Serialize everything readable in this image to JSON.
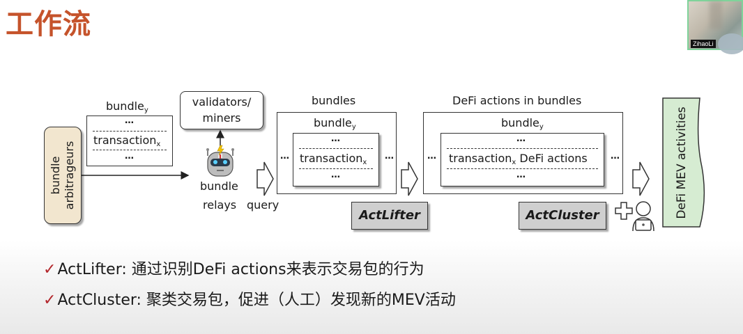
{
  "slide": {
    "title": "工作流"
  },
  "video_feed": {
    "participant_name": "ZihaoLi"
  },
  "diagram": {
    "arbitrageurs": {
      "label_line1": "bundle",
      "label_line2": "arbitrageurs"
    },
    "bundle_box": {
      "title": "bundle",
      "title_sub": "y",
      "dots": "…",
      "tx": "transaction",
      "tx_sub": "x"
    },
    "validators": {
      "line1": "validators/",
      "line2": "miners"
    },
    "relays": {
      "line1": "bundle",
      "line2": "relays",
      "query": "query",
      "icon": "robot-icon"
    },
    "bundles_box": {
      "header": "bundles",
      "title": "bundle",
      "title_sub": "y",
      "dots": "…",
      "tx": "transaction",
      "tx_sub": "x"
    },
    "defi_box": {
      "header": "DeFi actions in bundles",
      "title": "bundle",
      "title_sub": "y",
      "dots": "…",
      "tx": "transaction",
      "tx_sub": "x",
      "tx_suffix": " DeFi actions"
    },
    "actlifter_label": "ActLifter",
    "actcluster_label": "ActCluster",
    "result_label": "DeFi MEV activities",
    "colors": {
      "arbitrageurs_fill": "#f2e6cf",
      "result_fill": "#d6ecd2",
      "tool_fill": "#cfcfcf",
      "title_color": "#c5532b",
      "check_color": "#b3262b"
    }
  },
  "bullets": [
    {
      "check": "✓",
      "text": "ActLifter: 通过识别DeFi actions来表示交易包的行为"
    },
    {
      "check": "✓",
      "text": "ActCluster: 聚类交易包，促进（人工）发现新的MEV活动"
    }
  ]
}
